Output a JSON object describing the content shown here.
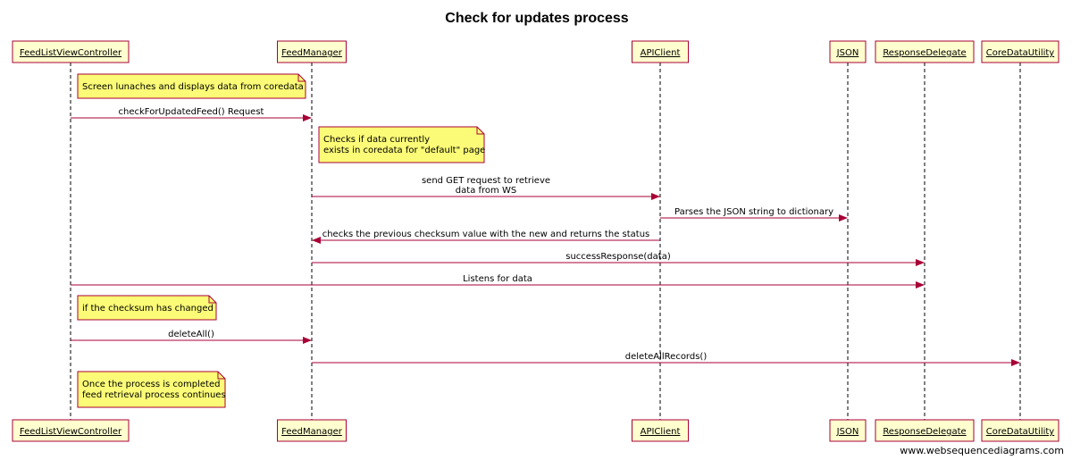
{
  "diagram": {
    "title": "Check for updates process",
    "watermark": "www.websequencediagrams.com",
    "colors": {
      "box_fill": "#fefece",
      "box_stroke": "#a80036",
      "arrow": "#a80036",
      "note_fill": "#fbfb77",
      "note_stroke": "#a80036",
      "lifeline": "#000000"
    },
    "participants": [
      {
        "id": "flvc",
        "label": "FeedListViewController"
      },
      {
        "id": "fm",
        "label": "FeedManager"
      },
      {
        "id": "api",
        "label": "APIClient"
      },
      {
        "id": "json",
        "label": "JSON"
      },
      {
        "id": "rd",
        "label": "ResponseDelegate"
      },
      {
        "id": "cdu",
        "label": "CoreDataUtility"
      }
    ],
    "events": [
      {
        "kind": "note",
        "over": "flvc",
        "lines": [
          "Screen lunaches and displays data from coredata"
        ]
      },
      {
        "kind": "message",
        "from": "flvc",
        "to": "fm",
        "lines": [
          "checkForUpdatedFeed() Request"
        ]
      },
      {
        "kind": "note",
        "over": "fm",
        "lines": [
          "Checks if data currently",
          "exists in coredata for \"default\" page"
        ]
      },
      {
        "kind": "message",
        "from": "fm",
        "to": "api",
        "lines": [
          "send GET request to retrieve",
          "data from WS"
        ]
      },
      {
        "kind": "message",
        "from": "api",
        "to": "json",
        "lines": [
          "Parses the JSON string to dictionary"
        ]
      },
      {
        "kind": "message",
        "from": "api",
        "to": "fm",
        "lines": [
          "checks the previous checksum value with the new and returns the status"
        ]
      },
      {
        "kind": "message",
        "from": "fm",
        "to": "rd",
        "lines": [
          "successResponse(data)"
        ]
      },
      {
        "kind": "message",
        "from": "flvc",
        "to": "rd",
        "lines": [
          "Listens for data"
        ]
      },
      {
        "kind": "note",
        "over": "flvc",
        "lines": [
          "if the checksum has changed"
        ]
      },
      {
        "kind": "message",
        "from": "flvc",
        "to": "fm",
        "lines": [
          "deleteAll()"
        ]
      },
      {
        "kind": "message",
        "from": "fm",
        "to": "cdu",
        "lines": [
          "deleteAllRecords()"
        ]
      },
      {
        "kind": "note",
        "over": "flvc",
        "lines": [
          "Once the process is completed",
          "feed retrieval process continues"
        ]
      }
    ]
  }
}
